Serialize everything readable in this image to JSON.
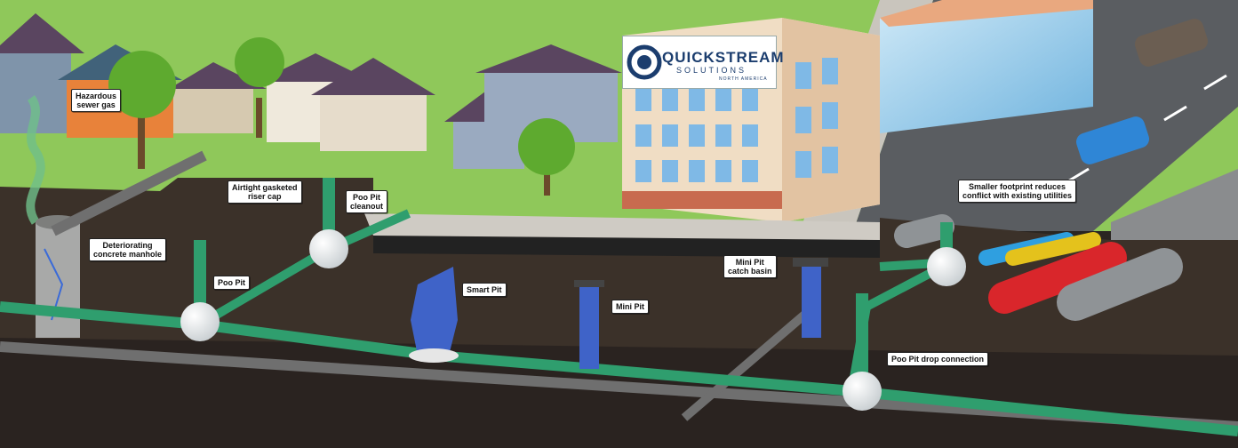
{
  "brand": {
    "name": "QUICKSTREAM",
    "sub": "SOLUTIONS",
    "region": "NORTH AMERICA"
  },
  "colors": {
    "pipe_green": "#2f9e6e",
    "pipe_gray": "#6f6f6f",
    "pit_blue": "#3f63c8",
    "grass": "#8fc85a",
    "soil": "#3b3129",
    "road": "#5a5d61",
    "utility_red": "#d9262b",
    "utility_yellow": "#e4c21c",
    "utility_blue": "#2f9fe0"
  },
  "labels": {
    "hazardous_gas": [
      "Hazardous",
      "sewer gas"
    ],
    "riser_cap": [
      "Airtight gasketed",
      "riser cap"
    ],
    "pp_cleanout": [
      "Poo Pit",
      "cleanout"
    ],
    "manhole": [
      "Deteriorating",
      "concrete manhole"
    ],
    "poo_pit": [
      "Poo Pit"
    ],
    "smart_pit": [
      "Smart Pit"
    ],
    "mini_pit": [
      "Mini Pit"
    ],
    "catch_basin": [
      "Mini Pit",
      "catch basin"
    ],
    "footprint": [
      "Smaller footprint reduces",
      "conflict with existing utilities"
    ],
    "drop_connection": [
      "Poo Pit drop connection"
    ]
  }
}
